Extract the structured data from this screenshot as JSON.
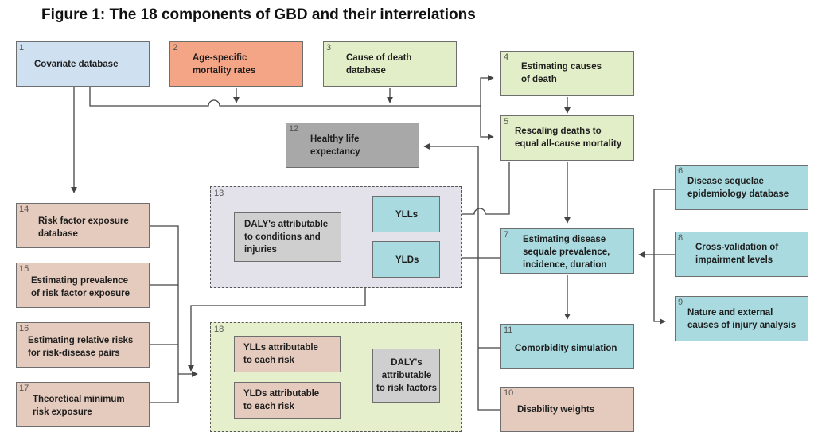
{
  "title": "Figure 1: The 18 components of GBD and their interrelations",
  "boxes": {
    "b1": {
      "num": "1",
      "lines": [
        "Covariate database"
      ]
    },
    "b2": {
      "num": "2",
      "lines": [
        "Age-specific",
        "mortality rates"
      ]
    },
    "b3": {
      "num": "3",
      "lines": [
        "Cause of death",
        "database"
      ]
    },
    "b4": {
      "num": "4",
      "lines": [
        "Estimating causes",
        "of death"
      ]
    },
    "b5": {
      "num": "5",
      "lines": [
        "Rescaling deaths to",
        "equal all-cause mortality"
      ]
    },
    "b6": {
      "num": "6",
      "lines": [
        "Disease sequelae",
        "epidemiology database"
      ]
    },
    "b7": {
      "num": "7",
      "lines": [
        "Estimating disease",
        "sequale prevalence,",
        "incidence, duration"
      ]
    },
    "b8": {
      "num": "8",
      "lines": [
        "Cross-validation of",
        "impairment levels"
      ]
    },
    "b9": {
      "num": "9",
      "lines": [
        "Nature and external",
        "causes of injury analysis"
      ]
    },
    "b10": {
      "num": "10",
      "lines": [
        "Disability weights"
      ]
    },
    "b11": {
      "num": "11",
      "lines": [
        "Comorbidity simulation"
      ]
    },
    "b12": {
      "num": "12",
      "lines": [
        "Healthy life",
        "expectancy"
      ]
    },
    "b13_daly": {
      "num": "",
      "lines": [
        "DALY's attributable",
        "to conditions and",
        "injuries"
      ]
    },
    "b13_yll": {
      "num": "",
      "lines": [
        "YLLs"
      ]
    },
    "b13_yld": {
      "num": "",
      "lines": [
        "YLDs"
      ]
    },
    "b14": {
      "num": "14",
      "lines": [
        "Risk factor exposure",
        "database"
      ]
    },
    "b15": {
      "num": "15",
      "lines": [
        "Estimating prevalence",
        "of risk factor exposure"
      ]
    },
    "b16": {
      "num": "16",
      "lines": [
        "Estimating relative risks",
        "for risk-disease pairs"
      ]
    },
    "b17": {
      "num": "17",
      "lines": [
        "Theoretical minimum",
        "risk exposure"
      ]
    },
    "b18_yll": {
      "num": "",
      "lines": [
        "YLLs attributable",
        "to each risk"
      ]
    },
    "b18_yld": {
      "num": "",
      "lines": [
        "YLDs attributable",
        "to each risk"
      ]
    },
    "b18_daly": {
      "num": "",
      "lines": [
        "DALY's",
        "attributable",
        "to risk factors"
      ]
    }
  },
  "groups": {
    "g13": {
      "num": "13"
    },
    "g18": {
      "num": "18"
    }
  },
  "colors": {
    "database_blue": "#cfe0f1",
    "mortality_orange": "#f4a585",
    "death_green": "#e2eec7",
    "epidemiology_teal": "#a8dadf",
    "risk_tan": "#e5cbbd",
    "hale_gray": "#a8a8a8",
    "connector": "#444444"
  }
}
